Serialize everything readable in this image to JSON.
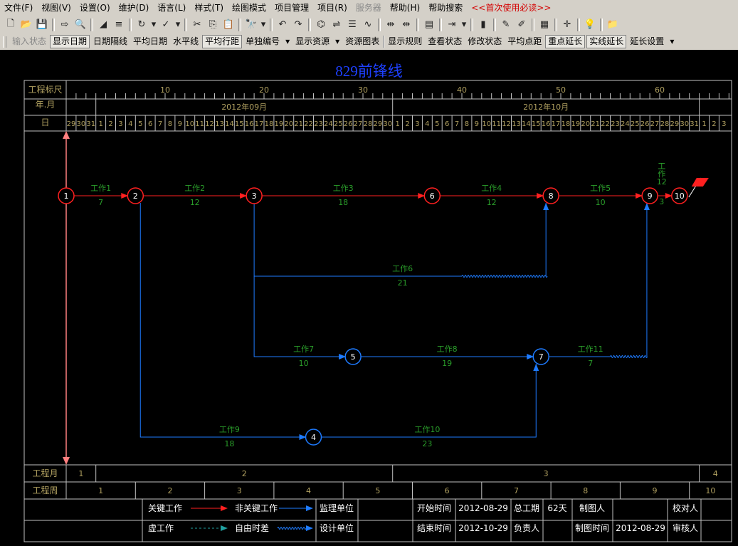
{
  "menubar": {
    "items": [
      {
        "label": "文件(F)",
        "name": "menu-file"
      },
      {
        "label": "视图(V)",
        "name": "menu-view"
      },
      {
        "label": "设置(O)",
        "name": "menu-settings"
      },
      {
        "label": "维护(D)",
        "name": "menu-maintain"
      },
      {
        "label": "语言(L)",
        "name": "menu-language"
      },
      {
        "label": "样式(T)",
        "name": "menu-style"
      },
      {
        "label": "绘图模式",
        "name": "menu-draw-mode"
      },
      {
        "label": "项目管理",
        "name": "menu-project-manage"
      },
      {
        "label": "项目(R)",
        "name": "menu-project"
      },
      {
        "label": "服务器",
        "name": "menu-server",
        "disabled": true
      },
      {
        "label": "帮助(H)",
        "name": "menu-help"
      },
      {
        "label": "帮助搜索",
        "name": "menu-help-search"
      },
      {
        "label": "<<首次使用必读>>",
        "name": "menu-first-use",
        "special": true
      }
    ]
  },
  "toolbar1": {
    "icons": [
      "new-icon",
      "open-icon",
      "save-icon",
      "sep",
      "export-icon",
      "print-preview-icon",
      "sep",
      "triangle-icon",
      "align-icon",
      "sep",
      "refresh-icon",
      "dropdown-icon",
      "check-icon",
      "dropdown-icon",
      "sep",
      "cut-icon",
      "copy-icon",
      "paste-icon",
      "sep",
      "find-icon",
      "dropdown-icon",
      "sep",
      "undo-icon",
      "redo-icon",
      "sep",
      "network-icon",
      "critical-icon",
      "list-icon",
      "line-icon",
      "sep",
      "move-icon",
      "move2-icon",
      "sep",
      "chart-icon",
      "sep",
      "indent-icon",
      "dropdown-icon",
      "sep",
      "bar-chart-icon",
      "sep",
      "wizard-icon",
      "pen-icon",
      "sep",
      "calendar-icon",
      "sep",
      "cross-icon",
      "sep",
      "bulb-icon",
      "sep",
      "folder-icon"
    ]
  },
  "toolbar2": {
    "items": [
      {
        "label": "输入状态",
        "disabled": true
      },
      {
        "label": "显示日期",
        "pressed": true
      },
      {
        "label": "日期隔线"
      },
      {
        "label": "平均日期"
      },
      {
        "label": "水平线"
      },
      {
        "label": "平均行距",
        "pressed": true
      },
      {
        "label": "单独编号"
      },
      {
        "label": "▾"
      },
      {
        "label": "显示资源"
      },
      {
        "label": "▾"
      },
      {
        "label": "资源图表"
      },
      {
        "label": "|"
      },
      {
        "label": "显示规则"
      },
      {
        "label": "查看状态"
      },
      {
        "label": "修改状态"
      },
      {
        "label": "平均点距"
      },
      {
        "label": "重点延长",
        "pressed": true
      },
      {
        "label": "实线延长",
        "pressed": true
      },
      {
        "label": "延长设置"
      },
      {
        "label": "▾"
      }
    ]
  },
  "diagram": {
    "title": "829前锋线",
    "row_labels": {
      "ruler": "工程标尺",
      "month": "年.月",
      "day": "日",
      "proj_month": "工程月",
      "proj_week": "工程周"
    },
    "ruler_ticks": [
      "10",
      "20",
      "30",
      "40",
      "50",
      "60"
    ],
    "months": [
      "2012年09月",
      "2012年10月"
    ],
    "days": [
      "29",
      "30",
      "31",
      "1",
      "2",
      "3",
      "4",
      "5",
      "6",
      "7",
      "8",
      "9",
      "10",
      "11",
      "12",
      "13",
      "14",
      "15",
      "16",
      "17",
      "18",
      "19",
      "20",
      "21",
      "22",
      "23",
      "24",
      "25",
      "26",
      "27",
      "28",
      "29",
      "30",
      "1",
      "2",
      "3",
      "4",
      "5",
      "6",
      "7",
      "8",
      "9",
      "10",
      "11",
      "12",
      "13",
      "14",
      "15",
      "16",
      "17",
      "18",
      "19",
      "20",
      "21",
      "22",
      "23",
      "24",
      "25",
      "26",
      "27",
      "28",
      "29",
      "30",
      "31",
      "1",
      "2",
      "3"
    ],
    "proj_months": [
      "1",
      "2",
      "3",
      "4"
    ],
    "proj_weeks": [
      "1",
      "2",
      "3",
      "4",
      "5",
      "6",
      "7",
      "8",
      "9",
      "10"
    ],
    "nodes": [
      "1",
      "2",
      "3",
      "6",
      "8",
      "9",
      "10",
      "5",
      "7",
      "4"
    ],
    "tasks": [
      {
        "name": "工作1",
        "duration": "7",
        "critical": true
      },
      {
        "name": "工作2",
        "duration": "12",
        "critical": true
      },
      {
        "name": "工作3",
        "duration": "18",
        "critical": true
      },
      {
        "name": "工作4",
        "duration": "12",
        "critical": true
      },
      {
        "name": "工作5",
        "duration": "10",
        "critical": true
      },
      {
        "name": "工作12",
        "duration": "3",
        "critical": true
      },
      {
        "name": "工作6",
        "duration": "21",
        "critical": false
      },
      {
        "name": "工作7",
        "duration": "10",
        "critical": false
      },
      {
        "name": "工作8",
        "duration": "19",
        "critical": false
      },
      {
        "name": "工作11",
        "duration": "7",
        "critical": false
      },
      {
        "name": "工作9",
        "duration": "18",
        "critical": false
      },
      {
        "name": "工作10",
        "duration": "23",
        "critical": false
      }
    ],
    "legend": {
      "critical": "关键工作",
      "noncritical": "非关键工作",
      "dummy": "虚工作",
      "free_float": "自由时差",
      "supervisor": "监理单位",
      "designer": "设计单位",
      "start_label": "开始时间",
      "start_value": "2012-08-29",
      "end_label": "结束时间",
      "end_value": "2012-10-29",
      "total_label": "总工期",
      "total_value": "62天",
      "owner_label": "负责人",
      "drawer_label": "制图人",
      "draw_time_label": "制图时间",
      "draw_time_value": "2012-08-29",
      "checker_label": "校对人",
      "reviewer_label": "审核人"
    },
    "colors": {
      "critical": "#ff2020",
      "noncritical": "#1e7bff",
      "text_green": "#2a9d2a",
      "grid": "#c0c0c0",
      "date_text": "#b0a060",
      "title": "#1e40ff"
    }
  }
}
